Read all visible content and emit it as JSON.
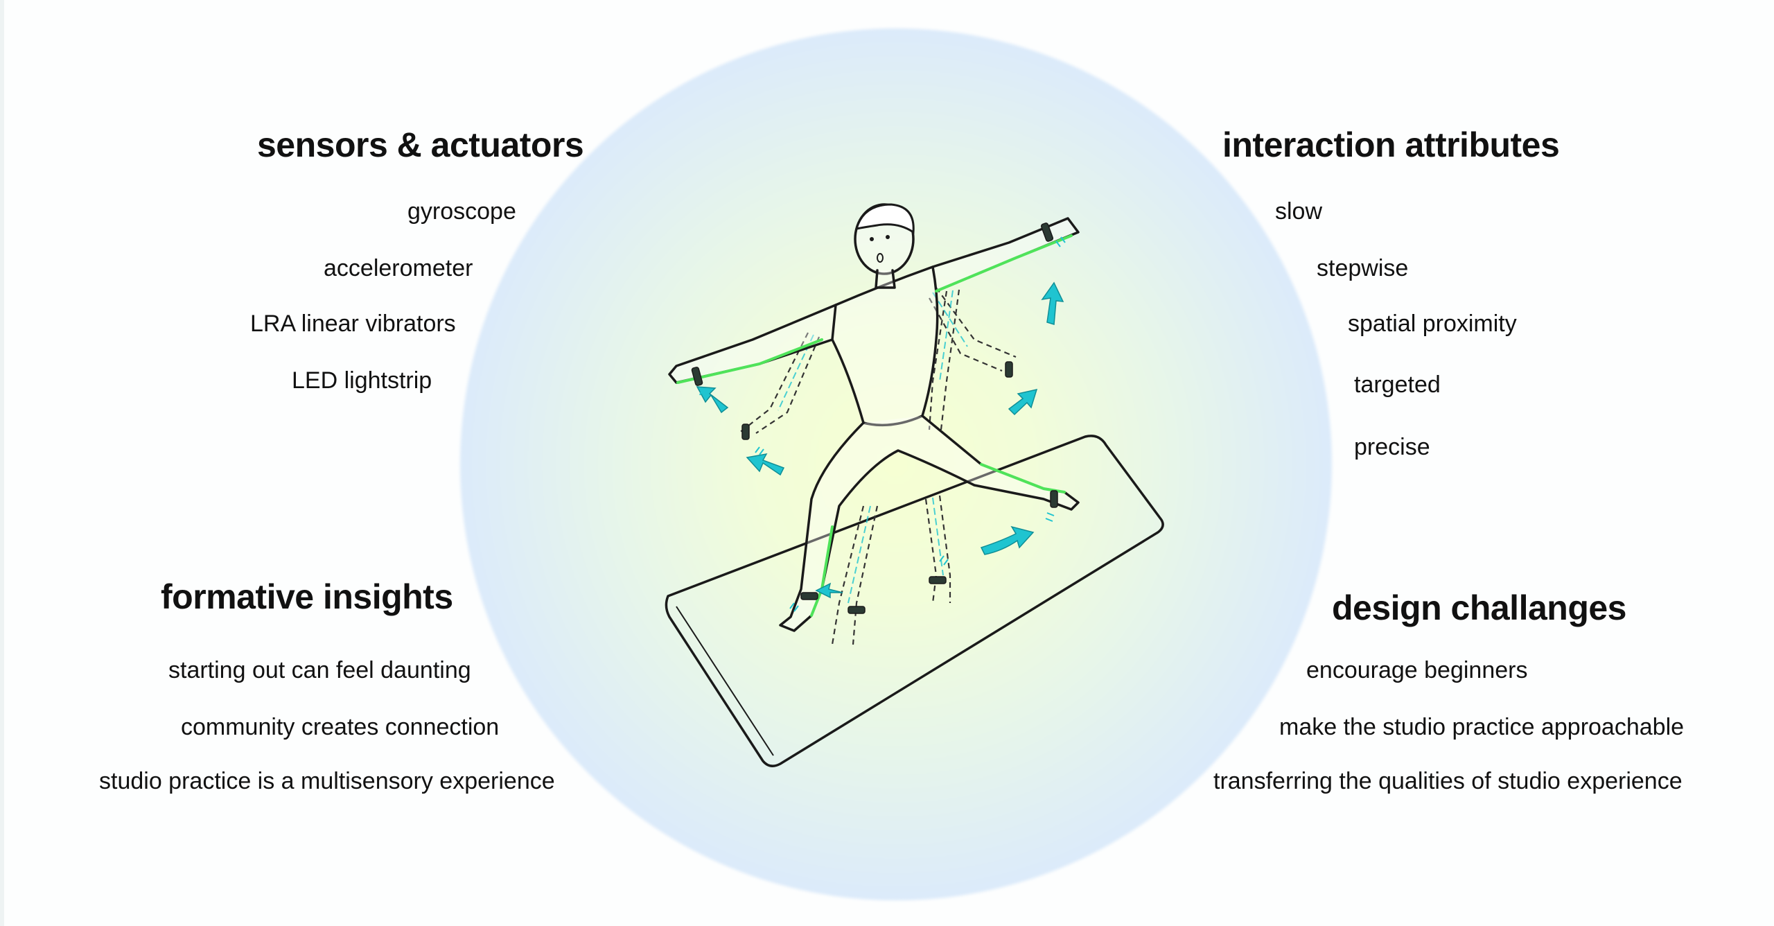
{
  "sections": {
    "sensors": {
      "title": "sensors & actuators",
      "items": [
        "gyroscope",
        "accelerometer",
        "LRA linear vibrators",
        "LED lightstrip"
      ]
    },
    "attributes": {
      "title": "interaction attributes",
      "items": [
        "slow",
        "stepwise",
        "spatial proximity",
        "targeted",
        "precise"
      ]
    },
    "insights": {
      "title": "formative insights",
      "items": [
        "starting out can feel daunting",
        "community creates connection",
        "studio practice is a multisensory experience"
      ]
    },
    "challenges": {
      "title": "design challanges",
      "items": [
        "encourage beginners",
        "make the studio practice approachable",
        "transferring the qualities of studio experience"
      ]
    }
  },
  "colors": {
    "motion_arrow": "#1fc4d0",
    "led_strip": "#4fe35a",
    "line": "#1a1a1a"
  }
}
